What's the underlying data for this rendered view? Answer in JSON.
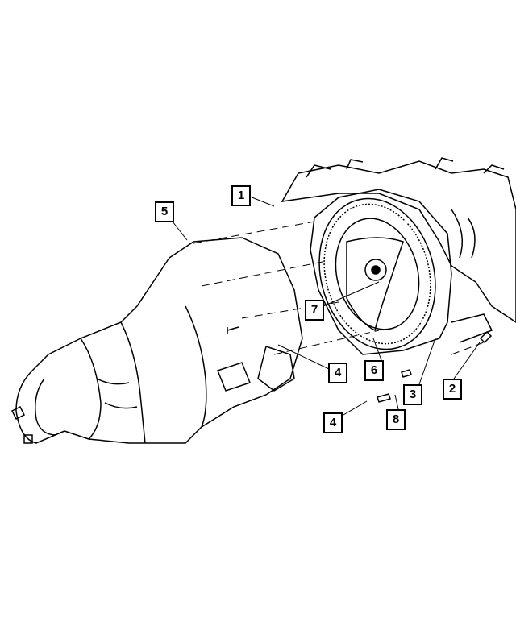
{
  "diagram": {
    "callouts": [
      {
        "id": "c1",
        "label": "1"
      },
      {
        "id": "c5",
        "label": "5"
      },
      {
        "id": "c7",
        "label": "7"
      },
      {
        "id": "c4a",
        "label": "4"
      },
      {
        "id": "c6",
        "label": "6"
      },
      {
        "id": "c3",
        "label": "3"
      },
      {
        "id": "c2",
        "label": "2"
      },
      {
        "id": "c8",
        "label": "8"
      },
      {
        "id": "c4b",
        "label": "4"
      }
    ],
    "colors": {
      "line": "#000000",
      "background": "#ffffff"
    }
  }
}
